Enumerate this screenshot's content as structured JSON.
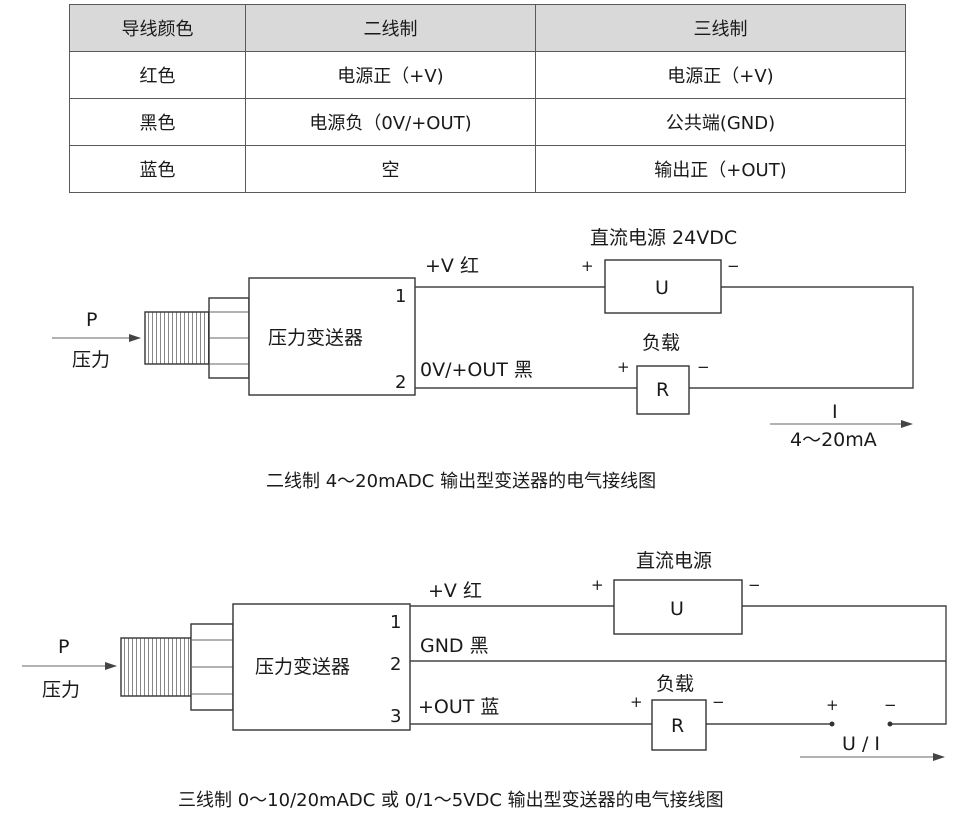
{
  "table": {
    "headers": [
      "导线颜色",
      "二线制",
      "三线制"
    ],
    "rows": [
      [
        "红色",
        "电源正（+V)",
        "电源正（+V)"
      ],
      [
        "黑色",
        "电源负（0V/+OUT)",
        "公共端(GND)"
      ],
      [
        "蓝色",
        "空",
        "输出正（+OUT)"
      ]
    ]
  },
  "diagram_two_wire": {
    "pressure_symbol": "P",
    "pressure_label": "压力",
    "transmitter": "压力变送器",
    "pin1": "1",
    "pin2": "2",
    "wire1": "+V  红",
    "wire2": "0V/+OUT 黑",
    "supply_label": "直流电源 24VDC",
    "supply_box": "U",
    "load_label": "负载",
    "load_box": "R",
    "plus": "+",
    "minus": "−",
    "current_symbol": "I",
    "current_range": "4～20mA",
    "caption": "二线制 4～20mADC  输出型变送器的电气接线图"
  },
  "diagram_three_wire": {
    "pressure_symbol": "P",
    "pressure_label": "压力",
    "transmitter": "压力变送器",
    "pin1": "1",
    "pin2": "2",
    "pin3": "3",
    "wire1": "+V   红",
    "wire2": "GND  黑",
    "wire3": "+OUT 蓝",
    "supply_label": "直流电源",
    "supply_box": "U",
    "load_label": "负载",
    "load_box": "R",
    "plus": "+",
    "minus": "−",
    "output_label": "U / I",
    "caption": "三线制 0～10/20mADC 或 0/1～5VDC 输出型变送器的电气接线图"
  }
}
